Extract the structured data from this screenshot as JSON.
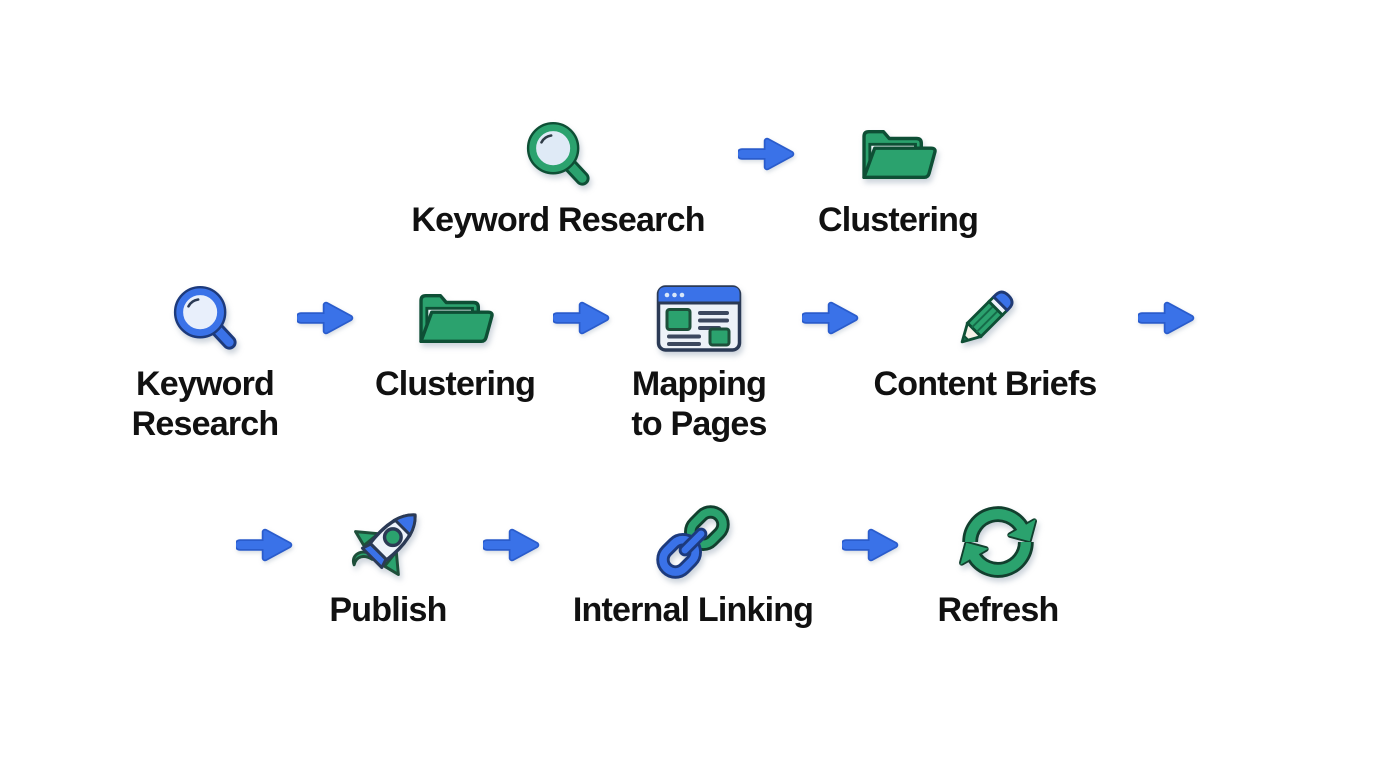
{
  "diagram": {
    "background_color": "#ffffff",
    "text_color": "#111111",
    "accent_green": "#2ba26e",
    "accent_blue": "#3a72e8",
    "arrow_color": "#3a72e8",
    "arrow_direction": "right",
    "rows": [
      {
        "name": "top-row",
        "steps": [
          {
            "label": "Keyword Research",
            "icon": "search-icon",
            "icon_color": "green"
          },
          {
            "label": "Clustering",
            "icon": "folder-icon",
            "icon_color": "green"
          }
        ]
      },
      {
        "name": "middle-row",
        "trailing_arrow": true,
        "steps": [
          {
            "label": "Keyword\nResearch",
            "icon": "search-icon",
            "icon_color": "blue"
          },
          {
            "label": "Clustering",
            "icon": "folder-icon",
            "icon_color": "green"
          },
          {
            "label": "Mapping\nto Pages",
            "icon": "webpage-icon",
            "icon_color": "blue-green"
          },
          {
            "label": "Content Briefs",
            "icon": "pencil-icon",
            "icon_color": "green-blue"
          }
        ]
      },
      {
        "name": "bottom-row",
        "leading_arrow": true,
        "steps": [
          {
            "label": "Publish",
            "icon": "rocket-icon",
            "icon_color": "blue-green"
          },
          {
            "label": "Internal Linking",
            "icon": "link-icon",
            "icon_color": "green-blue"
          },
          {
            "label": "Refresh",
            "icon": "refresh-icon",
            "icon_color": "green"
          }
        ]
      }
    ]
  }
}
